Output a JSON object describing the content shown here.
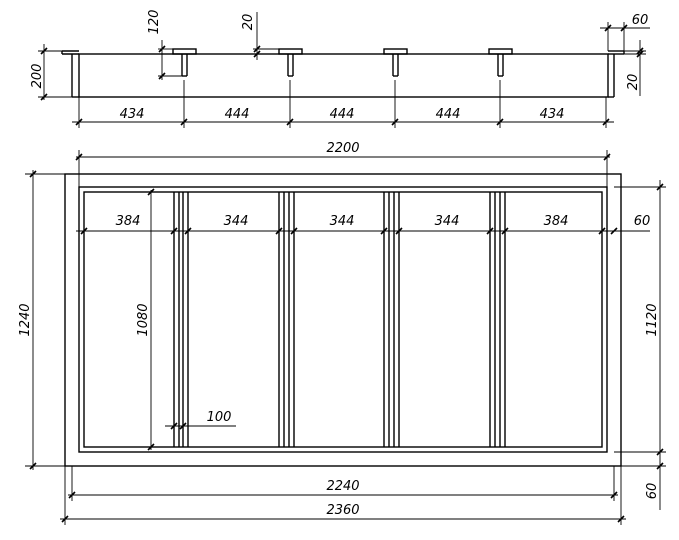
{
  "top_view": {
    "dims": {
      "height": "200",
      "post": "120",
      "top_board": "20",
      "right_width": "60",
      "right_thick": "20"
    },
    "spans": [
      "434",
      "444",
      "444",
      "444",
      "434"
    ]
  },
  "plan_view": {
    "width_inner": "2200",
    "height_outer": "1240",
    "height_inner": "1120",
    "inner_height": "1080",
    "rib": "100",
    "right_margin": "60",
    "bottom_margin": "60",
    "cells": [
      "384",
      "344",
      "344",
      "344",
      "384"
    ],
    "width_mid": "2240",
    "width_outer": "2360"
  }
}
